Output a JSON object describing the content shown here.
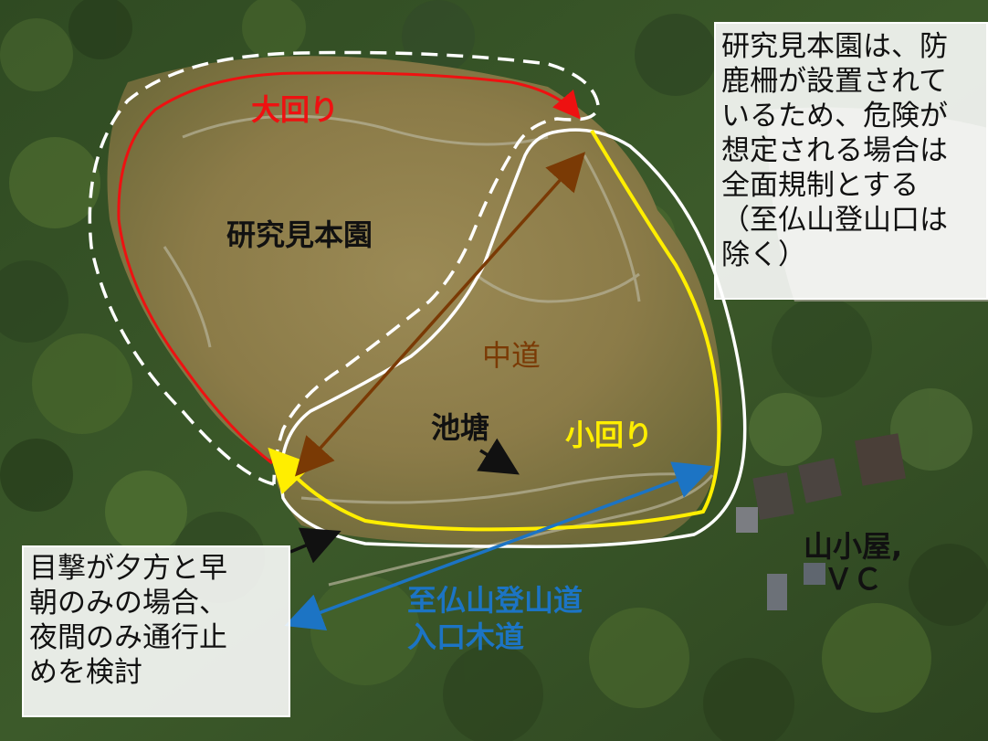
{
  "labels": {
    "kenkyu_mihonen": "研究見本園",
    "omawari": "大回り",
    "nakamichi": "中道",
    "ike": "池塘",
    "komawari": "小回り",
    "yamagoya_line1": "山小屋,",
    "yamagoya_line2": "ＶＣ",
    "shibutsu_line1": "至仏山登山道",
    "shibutsu_line2": "入口木道"
  },
  "notes": {
    "top_right": [
      "研究見本園は、防",
      "鹿柵が設置されて",
      "いるため、危険が",
      "想定される場合は",
      "全面規制とする",
      "（至仏山登山口は",
      "除く）"
    ],
    "bottom_left": [
      "目撃が夕方と早",
      "朝のみの場合、",
      "夜間のみ通行止",
      "めを検討"
    ]
  },
  "colors": {
    "omawari_route": "#ee1111",
    "komawari_route": "#ffee00",
    "nakamichi_route": "#7a3a05",
    "trail_route": "#1c74c4",
    "fence_outline": "#ffffff"
  }
}
